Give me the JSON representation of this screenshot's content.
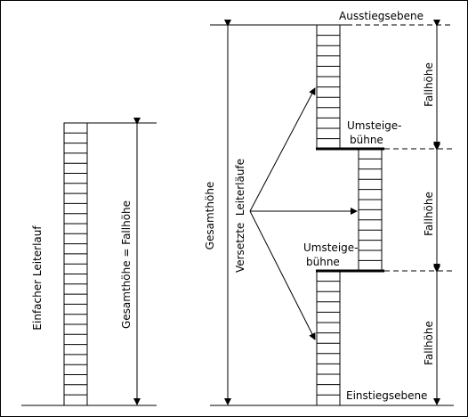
{
  "labels": {
    "ausstiegsebene": "Ausstiegsebene",
    "umsteige_1_line1": "Umsteige-",
    "umsteige_1_line2": "bühne",
    "umsteige_2_line1": "Umsteige-",
    "umsteige_2_line2": "bühne",
    "einstiegsebene": "Einstiegsebene",
    "fallhoehe_top": "Fallhöhe",
    "fallhoehe_mid": "Fallhöhe",
    "fallhoehe_bottom": "Fallhöhe",
    "gesamthoehe": "Gesamthöhe",
    "versetzte_leiterlaeufe": "Versetzte  Leiterläufe",
    "gesamthoehe_fallhoehe": "Gesamthöhe = Fallhöhe",
    "einfacher_leiterlauf": "Einfacher Leiterlauf"
  },
  "colors": {
    "line": "#000000",
    "background": "#ffffff"
  }
}
